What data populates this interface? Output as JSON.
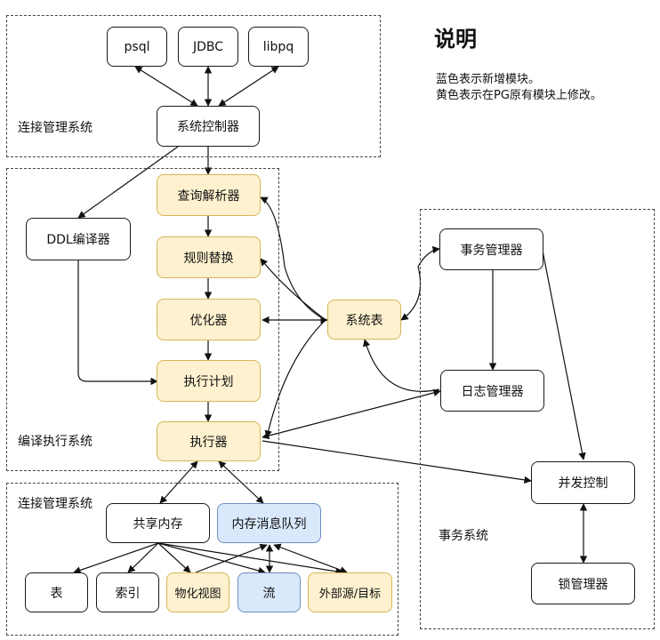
{
  "legend": {
    "title": "说明",
    "lines": [
      "蓝色表示新增模块。",
      "黄色表示在PG原有模块上修改。"
    ]
  },
  "groups": {
    "conn_top": "连接管理系统",
    "compile": "编译执行系统",
    "conn_bottom": "连接管理系统",
    "txn": "事务系统"
  },
  "nodes": {
    "psql": "psql",
    "jdbc": "JDBC",
    "libpq": "libpq",
    "sysctl": "系统控制器",
    "ddl": "DDL编译器",
    "parser": "查询解析器",
    "rewrite": "规则替换",
    "optimizer": "优化器",
    "plan": "执行计划",
    "executor": "执行器",
    "catalog": "系统表",
    "txnmgr": "事务管理器",
    "logmgr": "日志管理器",
    "concurrency": "并发控制",
    "lockmgr": "锁管理器",
    "shm": "共享内存",
    "mq": "内存消息队列",
    "table": "表",
    "index": "索引",
    "mview": "物化视图",
    "stream": "流",
    "external": "外部源/目标"
  },
  "colors": {
    "blue_fill": "#dae8fc",
    "blue_border": "#6c8ebf",
    "yellow_fill": "#fdf1cf",
    "yellow_border": "#d6b656"
  }
}
